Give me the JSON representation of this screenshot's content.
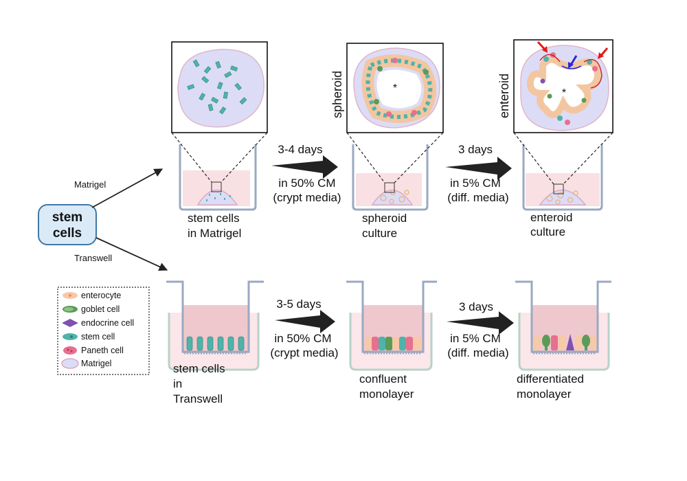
{
  "start": {
    "label_line1": "stem",
    "label_line2": "cells",
    "color": "#dbeaf7",
    "stroke": "#3f78a6"
  },
  "branches": {
    "top_label": "Matrigel",
    "bottom_label": "Transwell"
  },
  "matrigel_row": {
    "steps": [
      {
        "caption_line1": "stem cells",
        "caption_line2": "in Matrigel",
        "zoom_label": ""
      },
      {
        "caption_line1": "spheroid",
        "caption_line2": "culture",
        "zoom_label": "spheroid"
      },
      {
        "caption_line1": "enteroid",
        "caption_line2": "culture",
        "zoom_label": "enteroid"
      }
    ],
    "transitions": [
      {
        "time": "3-4 days",
        "medium_line1": "in 50% CM",
        "medium_line2": "(crypt media)"
      },
      {
        "time": "3 days",
        "medium_line1": "in 5% CM",
        "medium_line2": "(diff. media)"
      }
    ],
    "lumen_marker": "*"
  },
  "transwell_row": {
    "steps": [
      {
        "caption_line1": "stem cells",
        "caption_line2": "in",
        "caption_line3": "Transwell"
      },
      {
        "caption_line1": "confluent",
        "caption_line2": "monolayer"
      },
      {
        "caption_line1": "differentiated",
        "caption_line2": "monolayer"
      }
    ],
    "transitions": [
      {
        "time": "3-5 days",
        "medium_line1": "in 50% CM",
        "medium_line2": "(crypt media)"
      },
      {
        "time": "3 days",
        "medium_line1": "in 5% CM",
        "medium_line2": "(diff. media)"
      }
    ]
  },
  "legend": {
    "items": [
      {
        "label": "enterocyte",
        "icon": "enterocyte-icon",
        "color": "#f6c9a8"
      },
      {
        "label": "goblet cell",
        "icon": "goblet-cell-icon",
        "color": "#5b9b57"
      },
      {
        "label": "endocrine cell",
        "icon": "endocrine-cell-icon",
        "color": "#7f52b0"
      },
      {
        "label": "stem cell",
        "icon": "stem-cell-icon",
        "color": "#4fb3a9"
      },
      {
        "label": "Paneth cell",
        "icon": "paneth-cell-icon",
        "color": "#e86f8e"
      },
      {
        "label": "Matrigel",
        "icon": "matrigel-icon",
        "color": "#dcdcf6"
      }
    ]
  },
  "colors": {
    "arrow": "#222222",
    "well_wall": "#9aa9c2",
    "transwell_outer": "#b8d2c7",
    "media_pink": "#f9e0e3",
    "insert_pink": "#efc8cd",
    "matrigel_fill": "#dcdcf6",
    "matrigel_stroke": "#d9a9c6",
    "red_arrow": "#e31b1b",
    "blue_arrow": "#2a2ad6"
  }
}
